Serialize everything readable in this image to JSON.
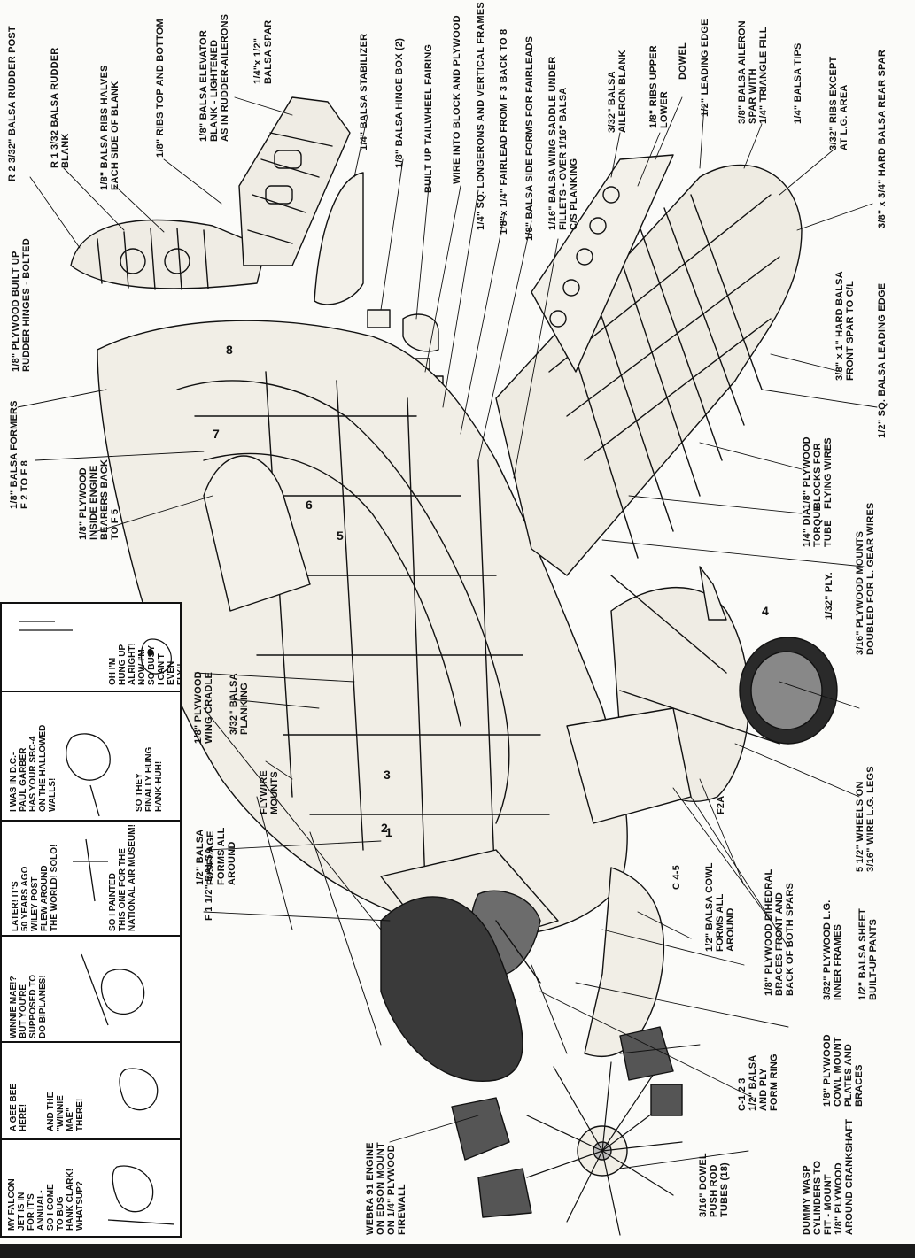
{
  "callouts": [
    "R 2 3/32\" BALSA RUDDER POST",
    "R 1 3/32 BALSA RUDDER\nBLANK",
    "1/8\" BALSA RIBS HALVES\nEACH SIDE OF BLANK",
    "1/8\" RIBS TOP AND BOTTOM",
    "1/8\" BALSA ELEVATOR\nBLANK - LIGHTENED\nAS IN RUDDER-AILERONS",
    "1/4\"x 1/2\"\nBALSA SPAR",
    "1/4\" BALSA STABILIZER",
    "1/8\" BALSA HINGE BOX (2)",
    "BUILT UP TAILWHEEL FAIRING",
    "WIRE INTO BLOCK AND PLYWOOD",
    "1/4\" SQ. LONGERONS AND VERTICAL FRAMES",
    "1/8\"x 1/4\" FAIRLEAD FROM F 3 BACK TO 8",
    "1/8\" BALSA SIDE FORMS FOR FAIRLEADS",
    "1/16\" BALSA WING SADDLE UNDER\nFILLETS - OVER 1/16\" BALSA\nC/S PLANKING",
    "3/32\" BALSA\nAILERON BLANK",
    "1/8\" RIBS UPPER\nLOWER",
    "DOWEL",
    "1/2\" LEADING EDGE",
    "3/8\" BALSA AILERON\nSPAR WITH\n1/4\" TRIANGLE FILL",
    "1/4\" BALSA TIPS",
    "3/32\" RIBS EXCEPT\nAT L.G. AREA",
    "3/8\" x 3/4\" HARD BALSA REAR SPAR",
    "1/8\" PLYWOOD BUILT UP\nRUDDER HINGES - BOLTED",
    "3/8\" x 1\" HARD BALSA\nFRONT SPAR TO C/L",
    "1/2\" SQ. BALSA LEADING EDGE",
    "1/8\" BALSA FORMERS\nF 2 TO F 8",
    "1/8\" PLYWOOD\nINSIDE ENGINE\nBEARERS BACK\nTO F 5",
    "1/8\" PLYWOOD\nBLOCKS FOR\nFLYING WIRES",
    "1/4\" DIA.\nTORQUE\nTUBE",
    "1/32\" PLY.",
    "3/16\" PLYWOOD MOUNTS\nDOUBLED FOR L. GEAR WIRES",
    "1/8\" PLYWOOD\nWING CRADLE",
    "3/32\" BALSA\nPLANKING",
    "FLYWIRE\nMOUNTS",
    "1/2\" BALSA\nFUSELAGE\nFORMS ALL\nAROUND",
    "F 1 1/2\" BALSA",
    "F2A",
    "5 1/2\" WHEELS ON\n3/16\" WIRE L.G. LEGS",
    "C 4-5",
    "1/2\" BALSA COWL\nFORMS ALL\nAROUND",
    "1/8\" PLYWOOD DIHEDRAL\nBRACES FRONT AND\nBACK OF BOTH SPARS",
    "3/32\" PLYWOOD L.G.\nINNER FRAMES",
    "1/2\" BALSA SHEET\nBUILT-UP PANTS",
    "C-1 2 3\n1/2\" BALSA\nAND PLY\nFORM RING",
    "1/8\" PLYWOOD\nCOWL MOUNT\nPLATES AND\nBRACES",
    "WEBRA 91 ENGINE\nON EDSON MOUNT\nON 1/4\" PLYWOOD\nFIREWALL",
    "3/16\" DOWEL\nPUSH ROD\nTUBES (18)",
    "DUMMY WASP\nCYLINDERS TO\nFIT - MOUNT\n1/8\" PLYWOOD\nAROUND CRANKSHAFT"
  ],
  "former_numbers": [
    "1",
    "2",
    "3",
    "4",
    "5",
    "6",
    "7",
    "8"
  ],
  "comic": {
    "panels": [
      {
        "bubbles": [
          "MY FALCON\nJET IS IN\nFOR IT'S\nANNUAL-",
          "SO I COME\nTO BUG\nHANK CLARK!\nWHATSUP?"
        ]
      },
      {
        "bubbles": [
          "A GEE BEE\nHERE!",
          "AND THE\n\"WINNIE\nMAE\"\nTHERE!"
        ]
      },
      {
        "bubbles": [
          "WINNIE MAE!?\nBUT YOU'RE\nSUPPOSED TO\nDO BIPLANES!"
        ]
      },
      {
        "bubbles": [
          "LATER! IT'S\n50 YEARS AGO\nWILEY POST\nFLEW AROUND\nTHE WORLD! SOLO!",
          "SO I PAINTED\nTHIS ONE FOR THE\nNATIONAL AIR MUSEUM!"
        ]
      },
      {
        "bubbles": [
          "I WAS IN D.C.-\nPAUL GARBER\nHAS YOUR SBC-4\nON THE HALLOWED\nWALLS!",
          "SO THEY\nFINALLY HUNG\nHANK-HUH!"
        ]
      },
      {
        "bubbles": [
          "OH I'M\nHUNG UP\nALRIGHT!\nNOW I'M\nSO BUSY\nI CAN'T\nEVEN\nFLY!!"
        ]
      }
    ]
  }
}
